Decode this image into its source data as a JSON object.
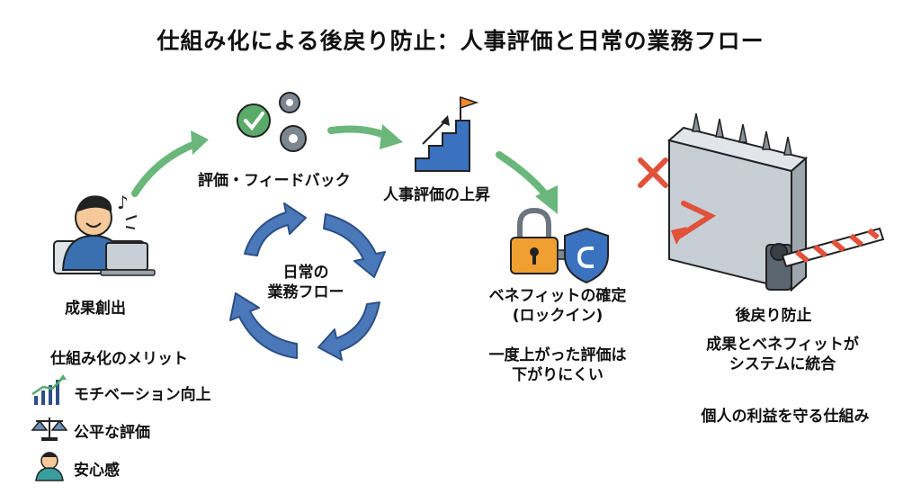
{
  "title": "仕組み化による後戻り防止：人事評価と日常の業務フロー",
  "nodes": {
    "result_creation": "成果創出",
    "evaluation_feedback": "評価・フィードバック",
    "hr_rating_up": "人事評価の上昇",
    "daily_flow_line1": "日常の",
    "daily_flow_line2": "業務フロー",
    "benefit_line1": "ベネフィットの確定",
    "benefit_line2": "(ロックイン)",
    "benefit_desc_line1": "一度上がった評価は",
    "benefit_desc_line2": "下がりにくい",
    "prevent_title": "後戻り防止",
    "prevent_desc_line1": "成果とベネフィットが",
    "prevent_desc_line2": "システムに統合",
    "prevent_desc2": "個人の利益を守る仕組み"
  },
  "merits": {
    "heading": "仕組み化のメリット",
    "items": [
      {
        "label": "モチベーション向上",
        "icon": "growth-chart-icon"
      },
      {
        "label": "公平な評価",
        "icon": "balance-scale-icon"
      },
      {
        "label": "安心感",
        "icon": "person-icon"
      }
    ]
  },
  "colors": {
    "green_arrow": "#6bb77b",
    "blue_cycle": "#4a78b8",
    "orange_lock": "#f0a030",
    "shield_blue": "#3a72c0",
    "red_x": "#e0523a",
    "wall_gray": "#c8ced6"
  }
}
